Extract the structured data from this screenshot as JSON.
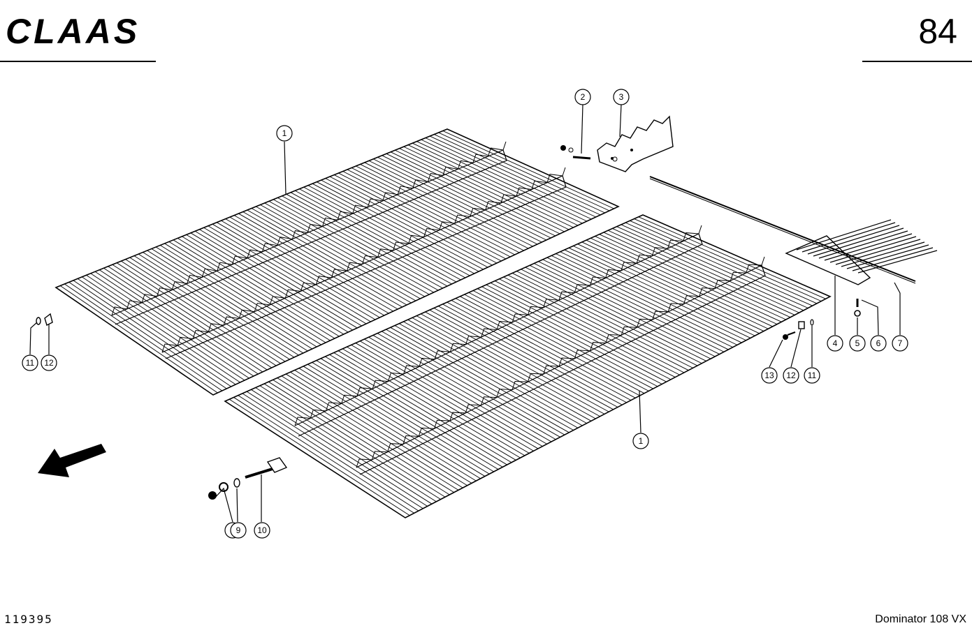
{
  "header": {
    "brand": "CLAAS",
    "page_number": "84"
  },
  "footer": {
    "document_number": "119395",
    "model": "Dominator 108 VX"
  },
  "callouts": [
    {
      "id": "c1a",
      "label": "1"
    },
    {
      "id": "c1b",
      "label": "1"
    },
    {
      "id": "c2",
      "label": "2"
    },
    {
      "id": "c3",
      "label": "3"
    },
    {
      "id": "c4",
      "label": "4"
    },
    {
      "id": "c5",
      "label": "5"
    },
    {
      "id": "c6",
      "label": "6"
    },
    {
      "id": "c7",
      "label": "7"
    },
    {
      "id": "c8",
      "label": "8"
    },
    {
      "id": "c9",
      "label": "9"
    },
    {
      "id": "c10",
      "label": "10"
    },
    {
      "id": "c11a",
      "label": "11"
    },
    {
      "id": "c12a",
      "label": "12"
    },
    {
      "id": "c13",
      "label": "13"
    },
    {
      "id": "c12b",
      "label": "12"
    },
    {
      "id": "c11b",
      "label": "11"
    }
  ]
}
